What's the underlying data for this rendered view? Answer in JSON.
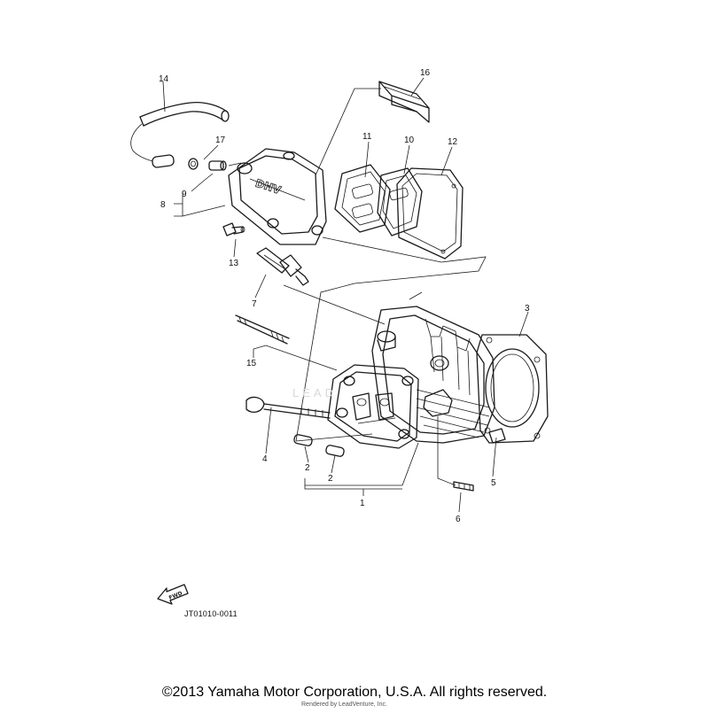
{
  "callouts": [
    "14",
    "16",
    "17",
    "11",
    "10",
    "12",
    "9",
    "8",
    "13",
    "7",
    "3",
    "15",
    "4",
    "2",
    "2",
    "5",
    "1",
    "6"
  ],
  "drawing_code": "JT01010-0011",
  "fwd_label": "FWD",
  "cover_lettering": "DHV",
  "watermark": "LEAD",
  "copyright": "©2013 Yamaha Motor Corporation, U.S.A. All rights reserved.",
  "rendered_by": "Rendered by LeadVenture, Inc."
}
